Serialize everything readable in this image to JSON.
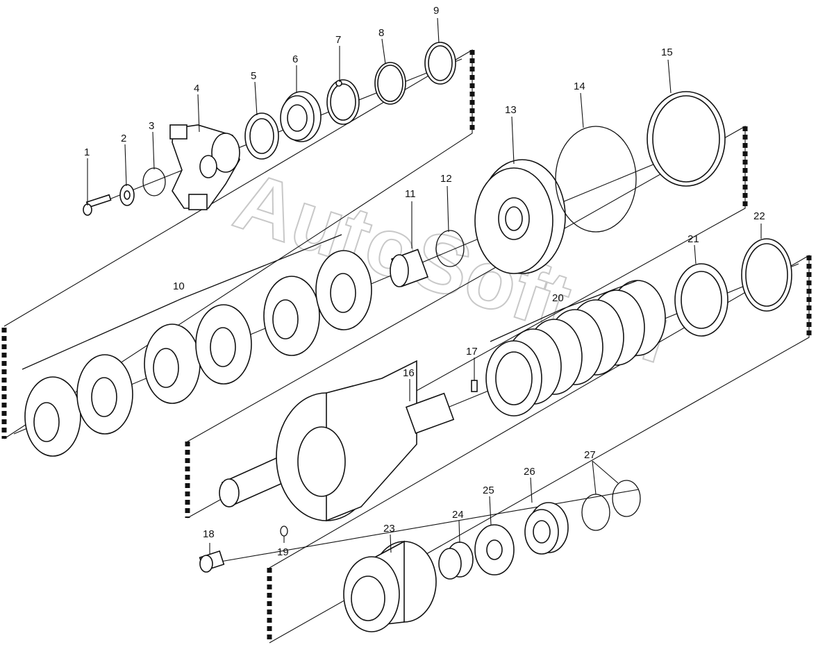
{
  "watermark": "AutoSoft.ru",
  "callouts": [
    {
      "id": "1",
      "label": "1"
    },
    {
      "id": "2",
      "label": "2"
    },
    {
      "id": "3",
      "label": "3"
    },
    {
      "id": "4",
      "label": "4"
    },
    {
      "id": "5",
      "label": "5"
    },
    {
      "id": "6",
      "label": "6"
    },
    {
      "id": "7",
      "label": "7"
    },
    {
      "id": "8",
      "label": "8"
    },
    {
      "id": "9",
      "label": "9"
    },
    {
      "id": "10",
      "label": "10"
    },
    {
      "id": "11",
      "label": "11"
    },
    {
      "id": "12",
      "label": "12"
    },
    {
      "id": "13",
      "label": "13"
    },
    {
      "id": "14",
      "label": "14"
    },
    {
      "id": "15",
      "label": "15"
    },
    {
      "id": "16",
      "label": "16"
    },
    {
      "id": "17",
      "label": "17"
    },
    {
      "id": "18",
      "label": "18"
    },
    {
      "id": "19",
      "label": "19"
    },
    {
      "id": "20",
      "label": "20"
    },
    {
      "id": "21",
      "label": "21"
    },
    {
      "id": "22",
      "label": "22"
    },
    {
      "id": "23",
      "label": "23"
    },
    {
      "id": "24",
      "label": "24"
    },
    {
      "id": "25",
      "label": "25"
    },
    {
      "id": "26",
      "label": "26"
    },
    {
      "id": "27",
      "label": "27"
    }
  ]
}
